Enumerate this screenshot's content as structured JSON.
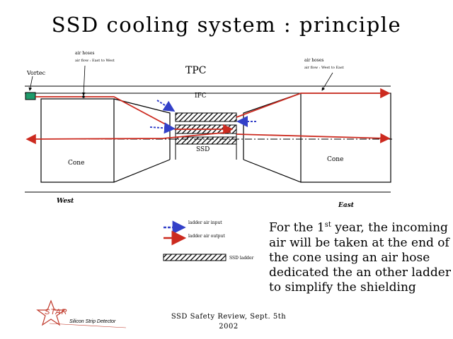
{
  "title": "SSD cooling system : principle",
  "labels": {
    "air_hoses_left": "air hoses",
    "air_flow_left": "air flow : East to West",
    "air_hoses_right": "air hoses",
    "air_flow_right": "air flow : West to East",
    "vortec": "Vortec",
    "tpc": "TPC",
    "ifc": "IFC",
    "ssd": "SSD",
    "cone_left": "Cone",
    "cone_right": "Cone",
    "west": "West",
    "east": "East"
  },
  "legend": {
    "input": "ladder air input",
    "output": "ladder air output",
    "ladder": "SSD ladder"
  },
  "note": {
    "before": "For the 1",
    "sup": "st",
    "after": " year, the incoming air will be taken at the end of the cone using an air hose dedicated the an other ladder to simplify the shielding"
  },
  "footer": {
    "line1": "SSD Safety Review, Sept. 5th",
    "line2": "2002"
  },
  "logo": {
    "name": "STAR",
    "subtitle": "Silicon Strip Detector"
  },
  "colors": {
    "output_arrow": "#cc2a1f",
    "input_arrow": "#3340c8",
    "vortec": "#1f9a6a",
    "logo": "#c0392b"
  }
}
